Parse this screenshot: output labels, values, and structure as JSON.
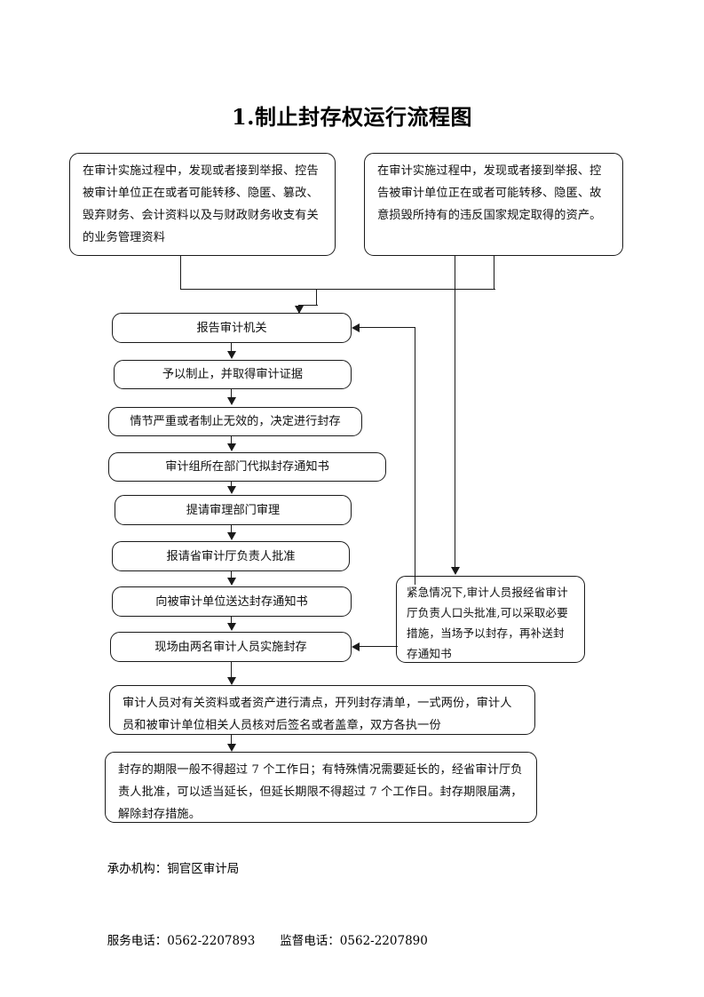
{
  "document": {
    "title": "1.制止封存权运行流程图"
  },
  "flow": {
    "inputs": [
      {
        "id": "input-left",
        "text": "在审计实施过程中，发现或者接到举报、控告被审计单位正在或者可能转移、隐匿、篡改、毁弃财务、会计资料以及与财政财务收支有关的业务管理资料"
      },
      {
        "id": "input-right",
        "text": "在审计实施过程中，发现或者接到举报、控告被审计单位正在或者可能转移、隐匿、故意损毁所持有的违反国家规定取得的资产。"
      }
    ],
    "steps": [
      {
        "id": "step-1",
        "text": "报告审计机关"
      },
      {
        "id": "step-2",
        "text": "予以制止，并取得审计证据"
      },
      {
        "id": "step-3",
        "text": "情节严重或者制止无效的，决定进行封存"
      },
      {
        "id": "step-4",
        "text": "审计组所在部门代拟封存通知书"
      },
      {
        "id": "step-5",
        "text": "提请审理部门审理"
      },
      {
        "id": "step-6",
        "text": "报请省审计厅负责人批准"
      },
      {
        "id": "step-7",
        "text": "向被审计单位送达封存通知书"
      },
      {
        "id": "step-8",
        "text": "现场由两名审计人员实施封存"
      },
      {
        "id": "step-9",
        "text": "审计人员对有关资料或者资产进行清点，开列封存清单，一式两份，审计人员和被审计单位相关人员核对后签名或者盖章，双方各执一份"
      },
      {
        "id": "step-10",
        "text": "封存的期限一般不得超过 7 个工作日；有特殊情况需要延长的，经省审计厅负责人批准，可以适当延长，但延长期限不得超过 7 个工作日。封存期限届满，解除封存措施。"
      }
    ],
    "emergency": {
      "id": "emergency-note",
      "text": "紧急情况下,审计人员报经省审计厅负责人口头批准,可以采取必要措施，当场予以封存，再补送封存通知书"
    }
  },
  "footer": {
    "agency_label": "承办机构：",
    "agency_value": "铜官区审计局",
    "service_label": "服务电话：",
    "service_value": "0562-2207893",
    "supervision_label": "监督电话：",
    "supervision_value": "0562-2207890"
  },
  "colors": {
    "stroke": "#1a1a1a",
    "background": "#ffffff",
    "text": "#111111"
  }
}
